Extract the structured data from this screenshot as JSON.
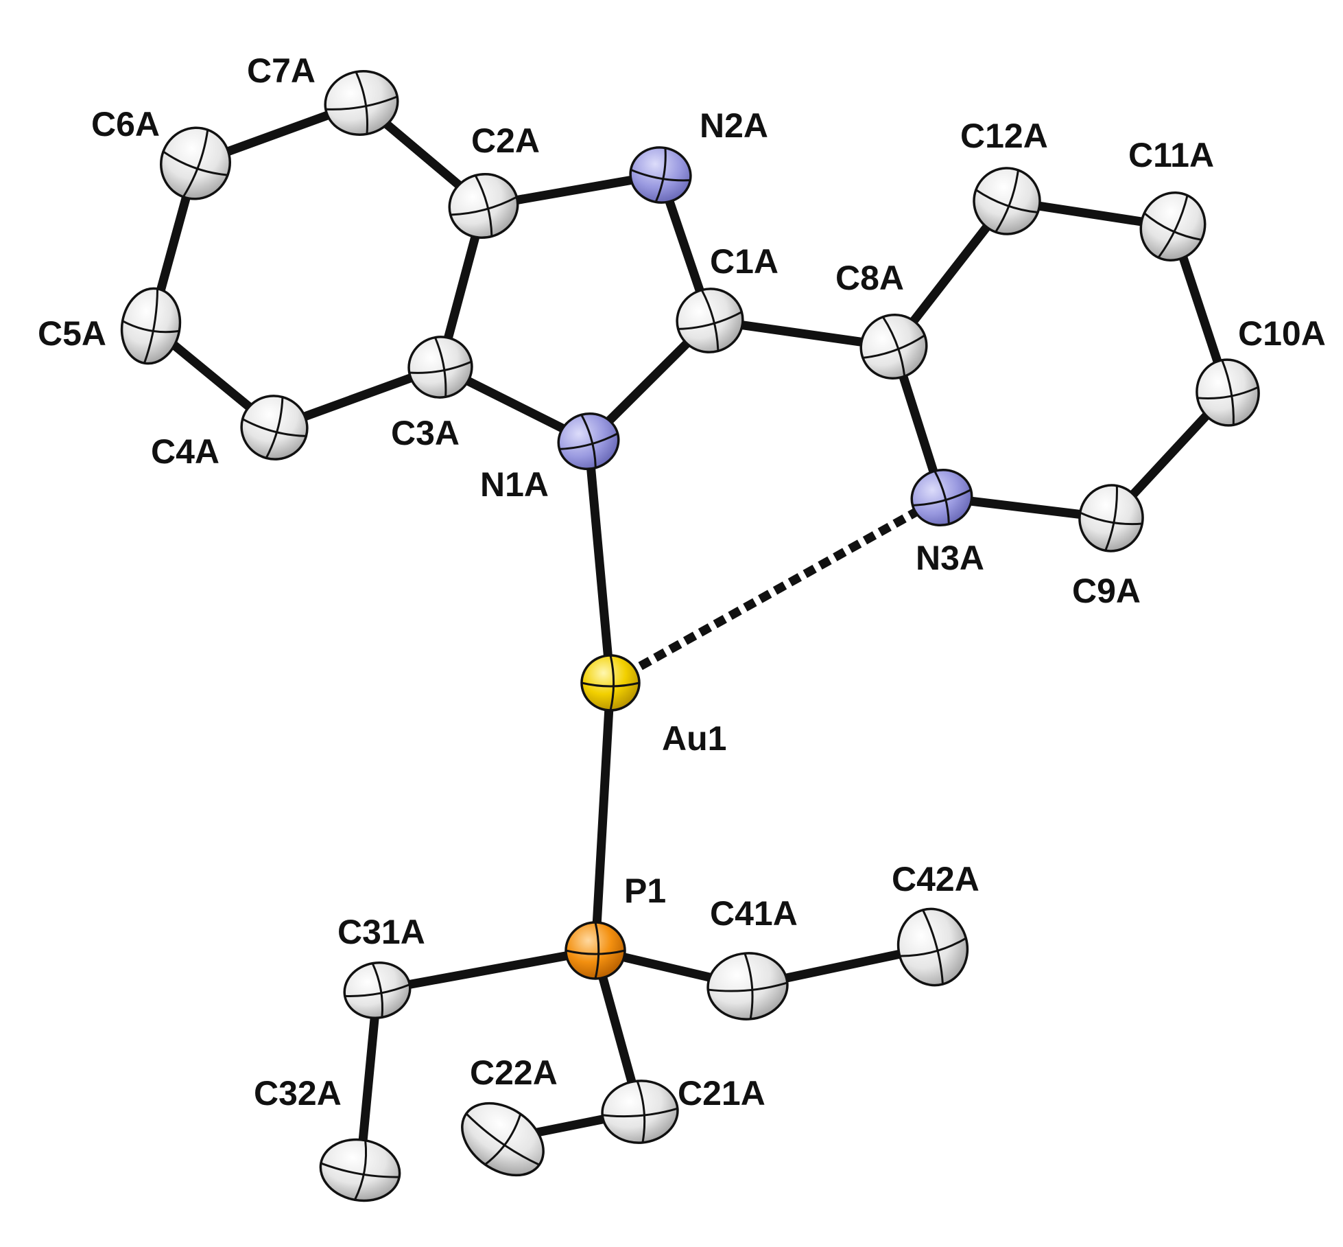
{
  "diagram": {
    "atoms": [
      {
        "id": "C7A",
        "label": "C7A",
        "element": "C"
      },
      {
        "id": "C6A",
        "label": "C6A",
        "element": "C"
      },
      {
        "id": "C2A",
        "label": "C2A",
        "element": "C"
      },
      {
        "id": "N2A",
        "label": "N2A",
        "element": "N"
      },
      {
        "id": "C12A",
        "label": "C12A",
        "element": "C"
      },
      {
        "id": "C11A",
        "label": "C11A",
        "element": "C"
      },
      {
        "id": "C1A",
        "label": "C1A",
        "element": "C"
      },
      {
        "id": "C8A",
        "label": "C8A",
        "element": "C"
      },
      {
        "id": "C5A",
        "label": "C5A",
        "element": "C"
      },
      {
        "id": "C10A",
        "label": "C10A",
        "element": "C"
      },
      {
        "id": "C3A",
        "label": "C3A",
        "element": "C"
      },
      {
        "id": "C4A",
        "label": "C4A",
        "element": "C"
      },
      {
        "id": "N1A",
        "label": "N1A",
        "element": "N"
      },
      {
        "id": "N3A",
        "label": "N3A",
        "element": "N"
      },
      {
        "id": "C9A",
        "label": "C9A",
        "element": "C"
      },
      {
        "id": "Au1",
        "label": "Au1",
        "element": "Au"
      },
      {
        "id": "P1",
        "label": "P1",
        "element": "P"
      },
      {
        "id": "C31A",
        "label": "C31A",
        "element": "C"
      },
      {
        "id": "C41A",
        "label": "C41A",
        "element": "C"
      },
      {
        "id": "C42A",
        "label": "C42A",
        "element": "C"
      },
      {
        "id": "C32A",
        "label": "C32A",
        "element": "C"
      },
      {
        "id": "C22A",
        "label": "C22A",
        "element": "C"
      },
      {
        "id": "C21A",
        "label": "C21A",
        "element": "C"
      }
    ],
    "bonds": [
      {
        "from": "C7A",
        "to": "C6A",
        "style": "solid"
      },
      {
        "from": "C7A",
        "to": "C2A",
        "style": "solid"
      },
      {
        "from": "C6A",
        "to": "C5A",
        "style": "solid"
      },
      {
        "from": "C5A",
        "to": "C4A",
        "style": "solid"
      },
      {
        "from": "C4A",
        "to": "C3A",
        "style": "solid"
      },
      {
        "from": "C3A",
        "to": "C2A",
        "style": "solid"
      },
      {
        "from": "C2A",
        "to": "N2A",
        "style": "solid"
      },
      {
        "from": "N2A",
        "to": "C1A",
        "style": "solid"
      },
      {
        "from": "C1A",
        "to": "N1A",
        "style": "solid"
      },
      {
        "from": "C3A",
        "to": "N1A",
        "style": "solid"
      },
      {
        "from": "C1A",
        "to": "C8A",
        "style": "solid"
      },
      {
        "from": "C8A",
        "to": "C12A",
        "style": "solid"
      },
      {
        "from": "C12A",
        "to": "C11A",
        "style": "solid"
      },
      {
        "from": "C11A",
        "to": "C10A",
        "style": "solid"
      },
      {
        "from": "C10A",
        "to": "C9A",
        "style": "solid"
      },
      {
        "from": "C9A",
        "to": "N3A",
        "style": "solid"
      },
      {
        "from": "N3A",
        "to": "C8A",
        "style": "solid"
      },
      {
        "from": "N1A",
        "to": "Au1",
        "style": "solid"
      },
      {
        "from": "Au1",
        "to": "N3A",
        "style": "dashed"
      },
      {
        "from": "Au1",
        "to": "P1",
        "style": "solid"
      },
      {
        "from": "P1",
        "to": "C31A",
        "style": "solid"
      },
      {
        "from": "P1",
        "to": "C41A",
        "style": "solid"
      },
      {
        "from": "P1",
        "to": "C21A",
        "style": "solid"
      },
      {
        "from": "C31A",
        "to": "C32A",
        "style": "solid"
      },
      {
        "from": "C41A",
        "to": "C42A",
        "style": "solid"
      },
      {
        "from": "C21A",
        "to": "C22A",
        "style": "solid"
      }
    ],
    "colors": {
      "C": "#d9d9d9",
      "N": "#8f8fd6",
      "Au": "#e8c400",
      "P": "#f08a10",
      "bond": "#111111",
      "label": "#111111"
    }
  }
}
